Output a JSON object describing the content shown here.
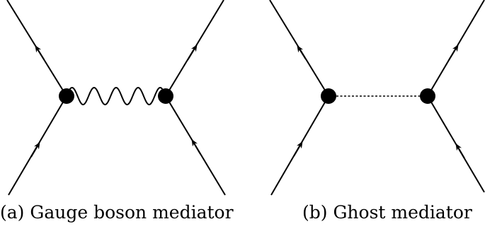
{
  "diagrams": [
    {
      "id": "a",
      "caption": "(a) Gauge boson mediator",
      "mediator": "wavy"
    },
    {
      "id": "b",
      "caption": "(b) Ghost mediator",
      "mediator": "dashed"
    }
  ],
  "colors": {
    "line": "#000000",
    "vertex": "#000000",
    "background": "#ffffff"
  }
}
